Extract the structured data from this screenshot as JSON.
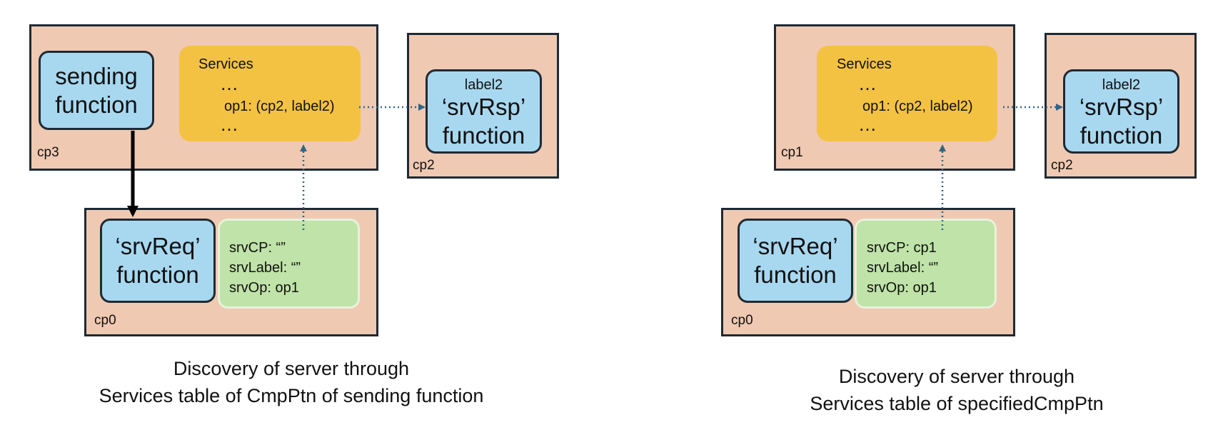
{
  "left": {
    "cp3": {
      "label": "cp3",
      "sending_function": [
        "sending",
        "function"
      ],
      "services": {
        "title": "Services",
        "dots1": "…",
        "entry": "op1: (cp2, label2)",
        "dots2": "…"
      }
    },
    "cp2": {
      "label": "cp2",
      "tag": "label2",
      "function": [
        "‘srvRsp’",
        "function"
      ]
    },
    "cp0": {
      "label": "cp0",
      "function": [
        "‘srvReq’",
        "function"
      ],
      "params": [
        "srvCP: “”",
        "srvLabel: “”",
        "srvOp: op1"
      ]
    },
    "caption": [
      "Discovery of server through",
      "Services table of CmpPtn of sending function"
    ]
  },
  "right": {
    "cp1": {
      "label": "cp1",
      "services": {
        "title": "Services",
        "dots1": "…",
        "entry": "op1: (cp2, label2)",
        "dots2": "…"
      }
    },
    "cp2": {
      "label": "cp2",
      "tag": "label2",
      "function": [
        "‘srvRsp’",
        "function"
      ]
    },
    "cp0": {
      "label": "cp0",
      "function": [
        "‘srvReq’",
        "function"
      ],
      "params": [
        "srvCP: cp1",
        "srvLabel: “”",
        "srvOp: op1"
      ]
    },
    "caption": [
      "Discovery of server through",
      "Services table of specifiedCmpPtn"
    ]
  },
  "colors": {
    "component_fill": "#f0c9b2",
    "function_fill": "#a8d8f0",
    "services_fill": "#f4c242",
    "request_fill": "#bfe3a8",
    "dotted_arrow": "#2e6688",
    "solid_arrow": "#000000"
  }
}
